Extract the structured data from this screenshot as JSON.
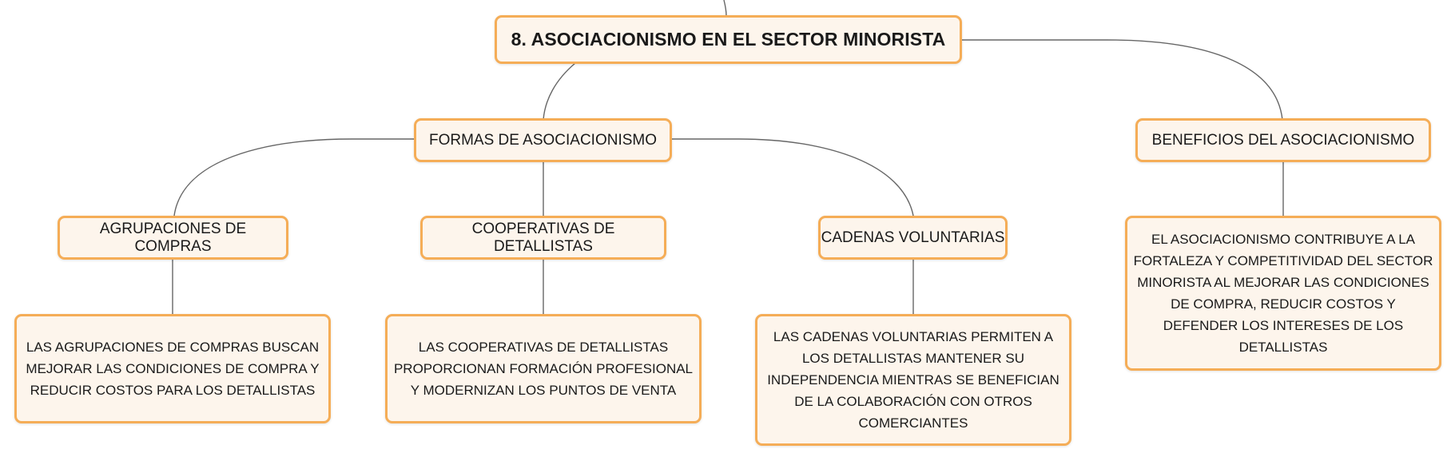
{
  "mindmap": {
    "root": {
      "label": "8. ASOCIACIONISMO EN EL SECTOR MINORISTA"
    },
    "formas": {
      "label": "FORMAS DE ASOCIACIONISMO",
      "agrupaciones": {
        "label": "AGRUPACIONES DE COMPRAS",
        "description": "LAS AGRUPACIONES DE COMPRAS BUSCAN MEJORAR LAS CONDICIONES DE COMPRA Y REDUCIR COSTOS PARA LOS DETALLISTAS"
      },
      "cooperativas": {
        "label": "COOPERATIVAS DE DETALLISTAS",
        "description": "LAS COOPERATIVAS DE DETALLISTAS PROPORCIONAN FORMACIÓN PROFESIONAL Y MODERNIZAN LOS PUNTOS DE VENTA"
      },
      "cadenas": {
        "label": "CADENAS VOLUNTARIAS",
        "description": "LAS CADENAS VOLUNTARIAS PERMITEN A LOS DETALLISTAS MANTENER SU INDEPENDENCIA MIENTRAS SE BENEFICIAN DE LA COLABORACIÓN CON OTROS COMERCIANTES"
      }
    },
    "beneficios": {
      "label": "BENEFICIOS DEL ASOCIACIONISMO",
      "description": "EL ASOCIACIONISMO CONTRIBUYE A LA FORTALEZA Y COMPETITIVIDAD DEL SECTOR MINORISTA AL MEJORAR LAS CONDICIONES DE COMPRA, REDUCIR COSTOS Y DEFENDER LOS INTERESES DE LOS DETALLISTAS"
    }
  },
  "colors": {
    "node_border": "#f5ad57",
    "node_fill": "#fdf5ec",
    "connector": "#666666"
  }
}
